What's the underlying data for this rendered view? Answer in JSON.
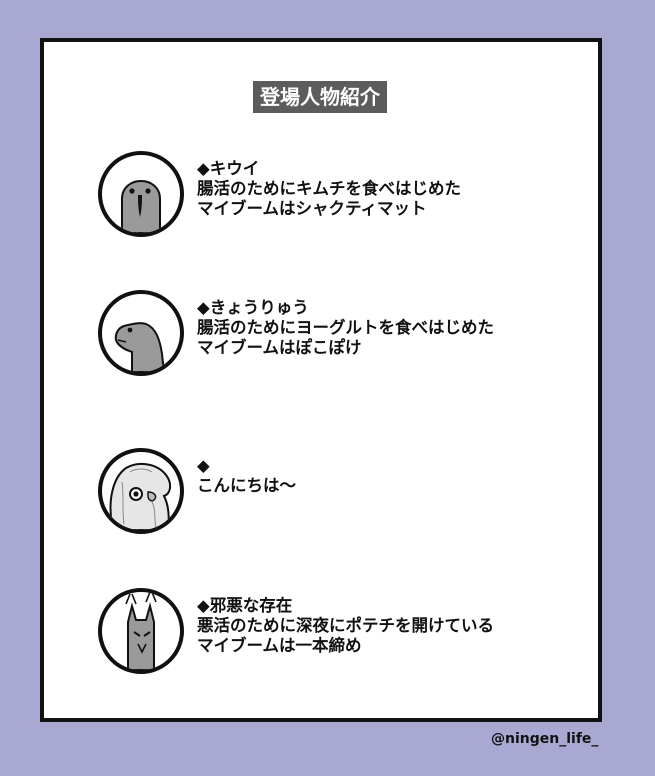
{
  "title": "登場人物紹介",
  "characters": [
    {
      "name": "◆キウイ",
      "line1": "腸活のためにキムチを食べはじめた",
      "line2": "マイブームはシャクティマット",
      "avatar_icon": "kiwi-bird-icon"
    },
    {
      "name": "◆きょうりゅう",
      "line1": "腸活のためにヨーグルトを食べはじめた",
      "line2": "マイブームはぽこぽけ",
      "avatar_icon": "dinosaur-icon"
    },
    {
      "name": "◆",
      "line1": "こんにちは〜",
      "line2": "",
      "avatar_icon": "bird-face-icon"
    },
    {
      "name": "◆邪悪な存在",
      "line1": "悪活のために深夜にポテチを開けている",
      "line2": "マイブームは一本締め",
      "avatar_icon": "evil-creature-icon"
    }
  ],
  "credit": "@ningen_life_",
  "colors": {
    "background": "#a9a8d3",
    "panel": "#ffffff",
    "title_bg": "#5c5c5c",
    "ink": "#111111",
    "character_gray": "#9a9a9a"
  }
}
